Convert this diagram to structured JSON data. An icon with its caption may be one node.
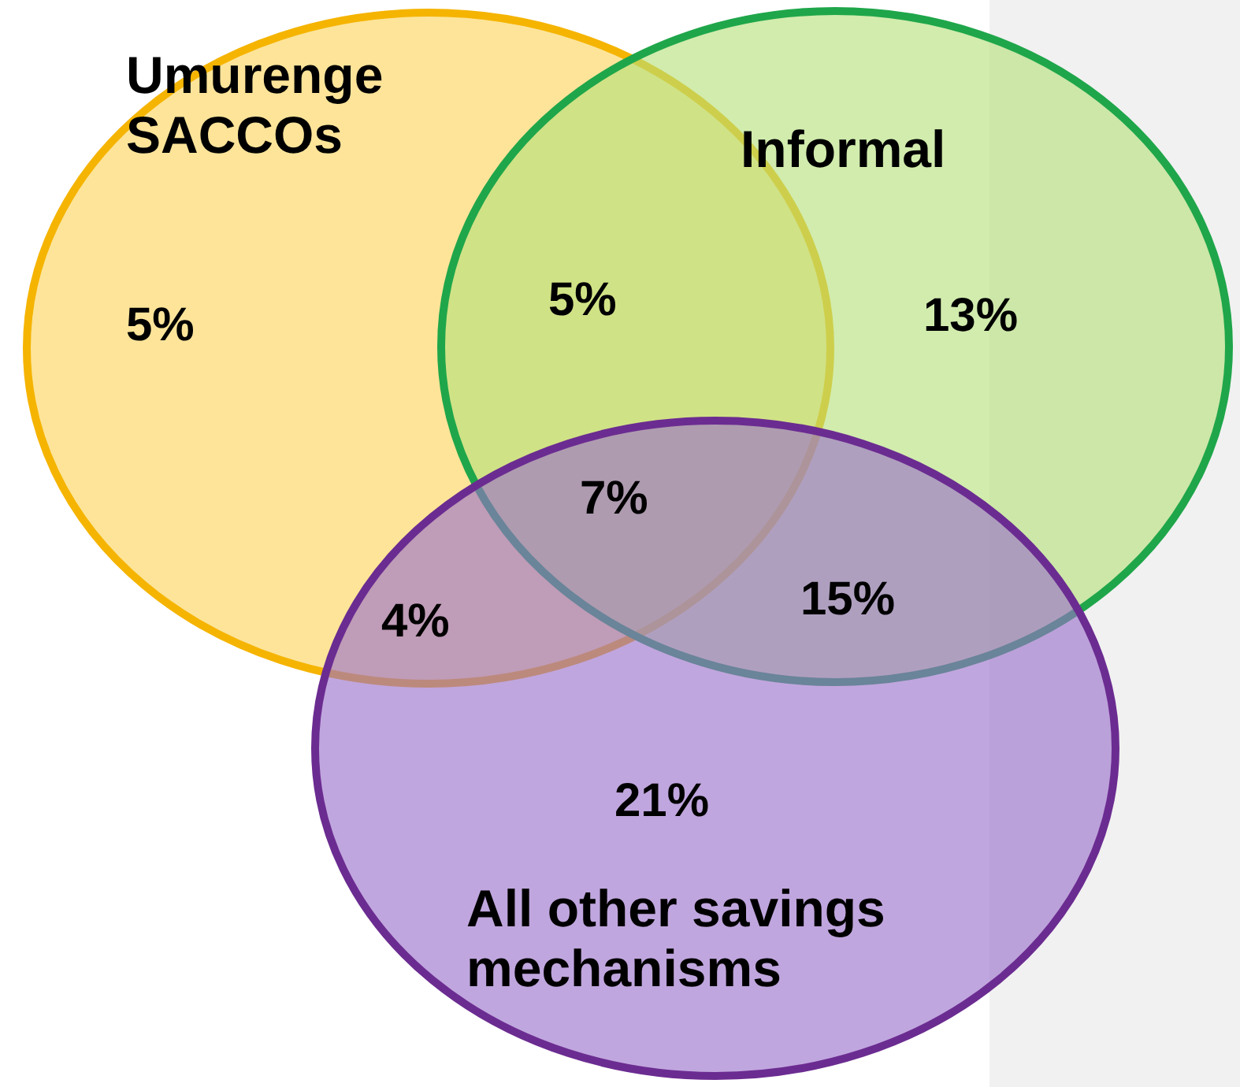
{
  "diagram": {
    "nodes": [
      {
        "text": [
          "Umurenge SACCOs"
        ]
      },
      {
        "text": [
          "Informal"
        ]
      },
      {
        "text": [
          "All other savings mechanisms"
        ]
      }
    ],
    "labels": [
      "5%",
      "5%",
      "13%",
      "7%",
      "4%",
      "15%",
      "21%"
    ]
  }
}
